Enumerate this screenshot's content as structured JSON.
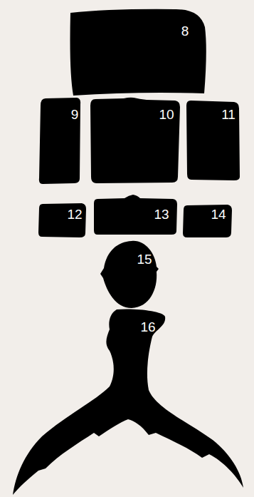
{
  "diagram": {
    "nodes": [
      {
        "text": [
          "8"
        ]
      },
      {
        "text": [
          "9"
        ]
      },
      {
        "text": [
          "10"
        ]
      },
      {
        "text": [
          "11"
        ]
      },
      {
        "text": [
          "12"
        ]
      },
      {
        "text": [
          "13"
        ]
      },
      {
        "text": [
          "14"
        ]
      },
      {
        "text": [
          "15"
        ]
      },
      {
        "text": [
          "16"
        ]
      }
    ]
  }
}
